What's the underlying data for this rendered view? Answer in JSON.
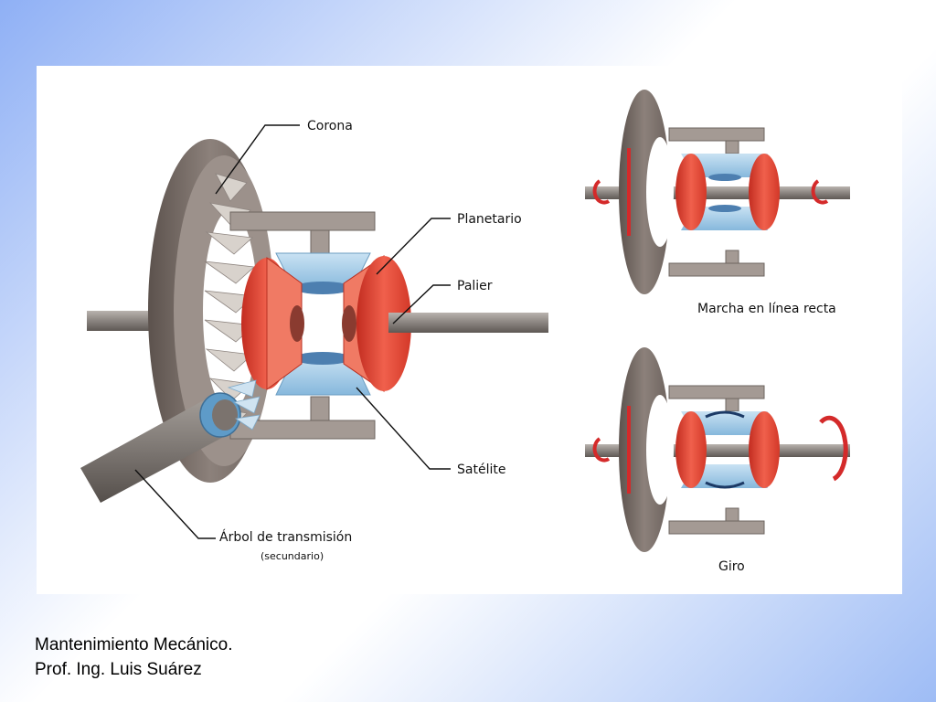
{
  "diagram": {
    "labels": {
      "corona": "Corona",
      "planetario": "Planetario",
      "palier": "Palier",
      "satelite": "Satélite",
      "arbol": "Árbol de transmisión",
      "arbol_sub": "(secundario)",
      "marcha": "Marcha en línea recta",
      "giro": "Giro"
    }
  },
  "footer": {
    "line1": "Mantenimiento Mecánico.",
    "line2": "Prof. Ing. Luis Suárez"
  },
  "colors": {
    "ring_gear": "#7a6e68",
    "planet_gear": "#e64a3a",
    "satellite_gear": "#9fcbe8",
    "shaft": "#8a8480",
    "arrow": "#d42a2a"
  }
}
